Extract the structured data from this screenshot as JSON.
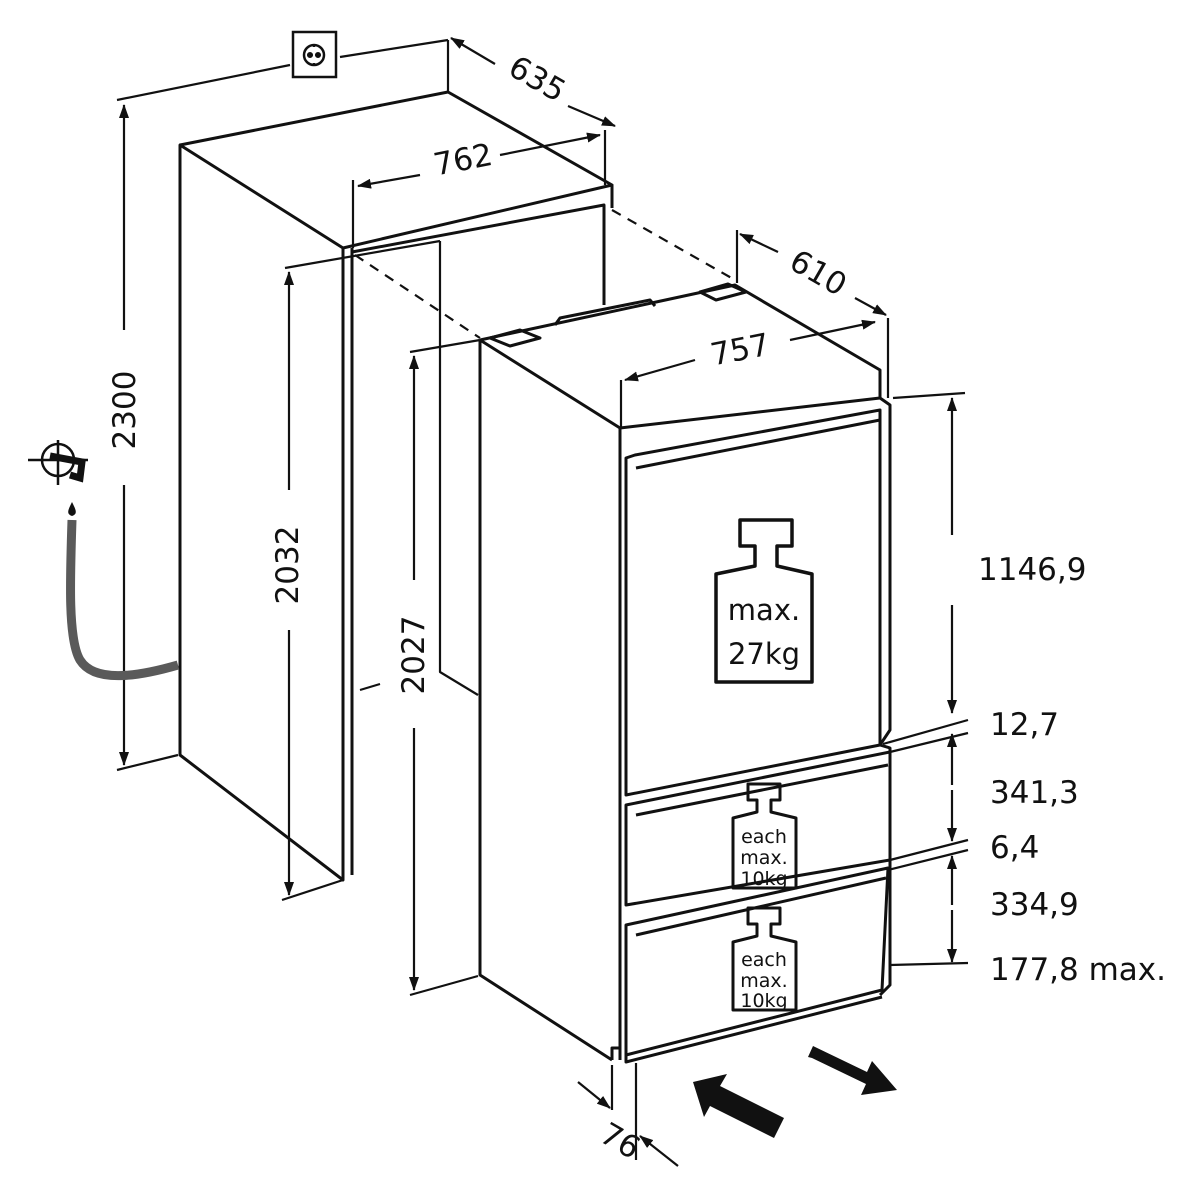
{
  "dimensions": {
    "niche_height": "2300",
    "niche_depth": "635",
    "niche_width": "762",
    "niche_inner_height": "2032",
    "appliance_height": "2027",
    "appliance_depth": "610",
    "appliance_width": "757",
    "upper_door": "1146,9",
    "gap_1": "12,7",
    "drawer_1": "341,3",
    "gap_2": "6,4",
    "drawer_2": "334,9",
    "base_max": "177,8 max.",
    "plinth_offset": "76"
  },
  "loads": {
    "upper": {
      "line1": "max.",
      "line2": "27kg"
    },
    "drawer_1": {
      "line1": "each",
      "line2": "max.",
      "line3": "10kg"
    },
    "drawer_2": {
      "line1": "each",
      "line2": "max.",
      "line3": "10kg"
    }
  },
  "colors": {
    "line": "#111111",
    "hose": "#5a5a5a"
  },
  "icons": [
    "electrical-socket-icon",
    "water-tap-icon",
    "water-drop-icon",
    "weight-icon",
    "arrow-in-icon",
    "arrow-out-icon"
  ]
}
